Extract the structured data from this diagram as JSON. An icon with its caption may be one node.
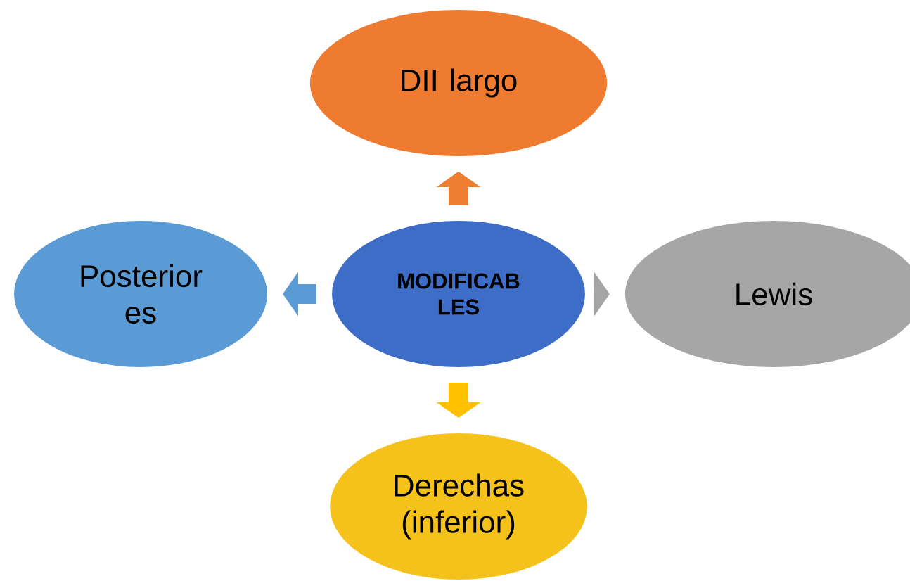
{
  "diagram": {
    "nodes": [
      {
        "text": [
          "DII largo"
        ]
      },
      {
        "text": [
          "Posterior es"
        ]
      },
      {
        "text": [
          "MODIFICAB LES"
        ]
      },
      {
        "text": [
          "Lewis"
        ]
      },
      {
        "text": [
          "Derechas (inferior)"
        ]
      }
    ],
    "edges": [
      {
        "from": 2,
        "to": 0,
        "arrow": "to",
        "color": "#ed7d31"
      },
      {
        "from": 2,
        "to": 1,
        "arrow": "to",
        "color": "#5b9bd5"
      },
      {
        "from": 2,
        "to": 3,
        "arrow": "to",
        "color": "#a5a5a5"
      },
      {
        "from": 2,
        "to": 4,
        "arrow": "to",
        "color": "#ffc000"
      }
    ]
  }
}
